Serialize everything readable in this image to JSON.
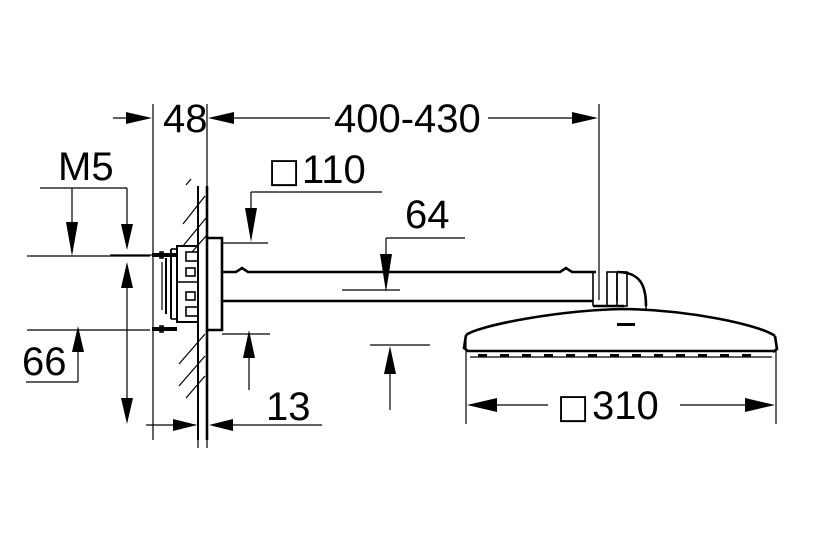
{
  "drawing": {
    "title": "Shower head technical dimension drawing",
    "subject": "wall-mounted rain shower head with arm",
    "units": "mm",
    "line_color": "#000000",
    "background_color": "#ffffff"
  },
  "dimensions": {
    "wall_offset": {
      "label": "48",
      "name": "wall-offset-48"
    },
    "arm_length": {
      "label": "400-430",
      "name": "arm-length-400-430"
    },
    "thread": {
      "label": "M5",
      "name": "thread-m5"
    },
    "plate_size": {
      "square_glyph": "□",
      "label": "110",
      "name": "wall-plate-110"
    },
    "arm_height": {
      "label": "64",
      "name": "arm-height-64"
    },
    "mount_height": {
      "label": "66",
      "name": "mount-height-66"
    },
    "plate_depth": {
      "label": "13",
      "name": "plate-depth-13"
    },
    "head_size": {
      "square_glyph": "□",
      "label": "310",
      "name": "shower-head-310"
    }
  },
  "callout_list": [
    {
      "id": "d48",
      "text": "48"
    },
    {
      "id": "d400430",
      "text": "400-430"
    },
    {
      "id": "m5",
      "text": "M5"
    },
    {
      "id": "d110",
      "text": "110"
    },
    {
      "id": "d64",
      "text": "64"
    },
    {
      "id": "d66",
      "text": "66"
    },
    {
      "id": "d13",
      "text": "13"
    },
    {
      "id": "d310",
      "text": "310"
    }
  ]
}
